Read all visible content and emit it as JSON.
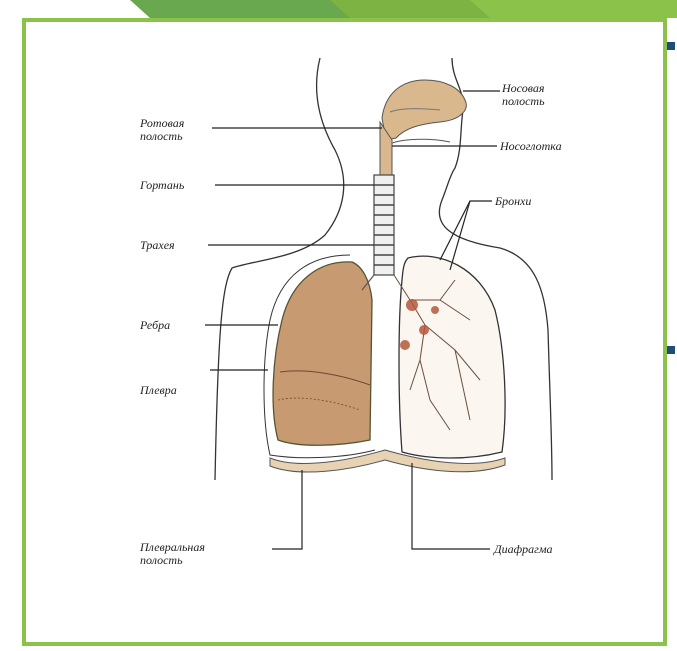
{
  "colors": {
    "frame_border": "#8bc34a",
    "top_banner": "#6aa84f",
    "bullet": "#1f4e79",
    "lung": "#c79a72",
    "cavity": "#e8d2b4"
  },
  "labels": {
    "nasal_cavity": "Носовая\nполость",
    "oral_cavity": "Ротовая\nполость",
    "nasopharynx": "Носоглотка",
    "larynx": "Гортань",
    "bronchi": "Бронхи",
    "trachea": "Трахея",
    "ribs": "Ребра",
    "pleura": "Плевра",
    "pleural_cavity": "Плевральная\nполость",
    "diaphragm": "Диафрагма"
  },
  "icons": {
    "bullet": "square-bullet-icon"
  }
}
